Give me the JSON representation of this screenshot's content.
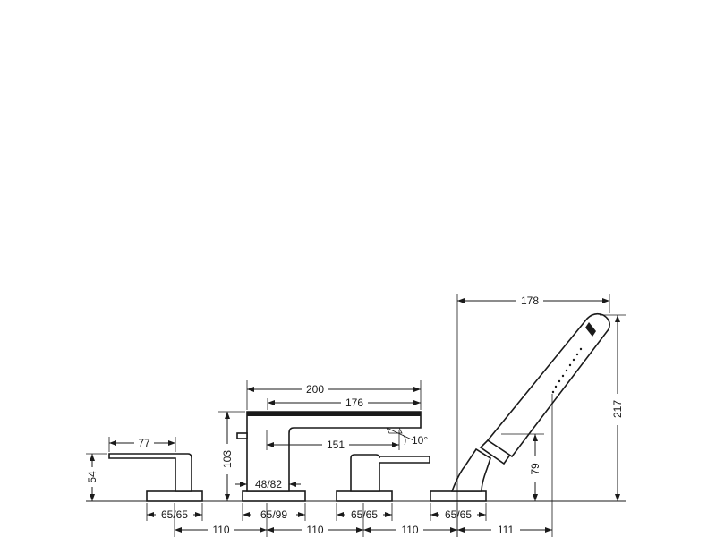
{
  "dimensions": {
    "overall_handshower": "178",
    "spout_length": "200",
    "spout_reach": "176",
    "spout_outlet_offset": "151",
    "spout_angle": "10°",
    "lever_length": "77",
    "lever_height": "54",
    "spout_height": "103",
    "diverter_base": "48/82",
    "holder_height": "79",
    "handshower_height": "217",
    "base_1": "65/65",
    "base_2": "65/99",
    "base_3": "65/65",
    "base_4": "65/65",
    "spacing_1": "110",
    "spacing_2": "110",
    "spacing_3": "110",
    "spacing_4": "111"
  }
}
